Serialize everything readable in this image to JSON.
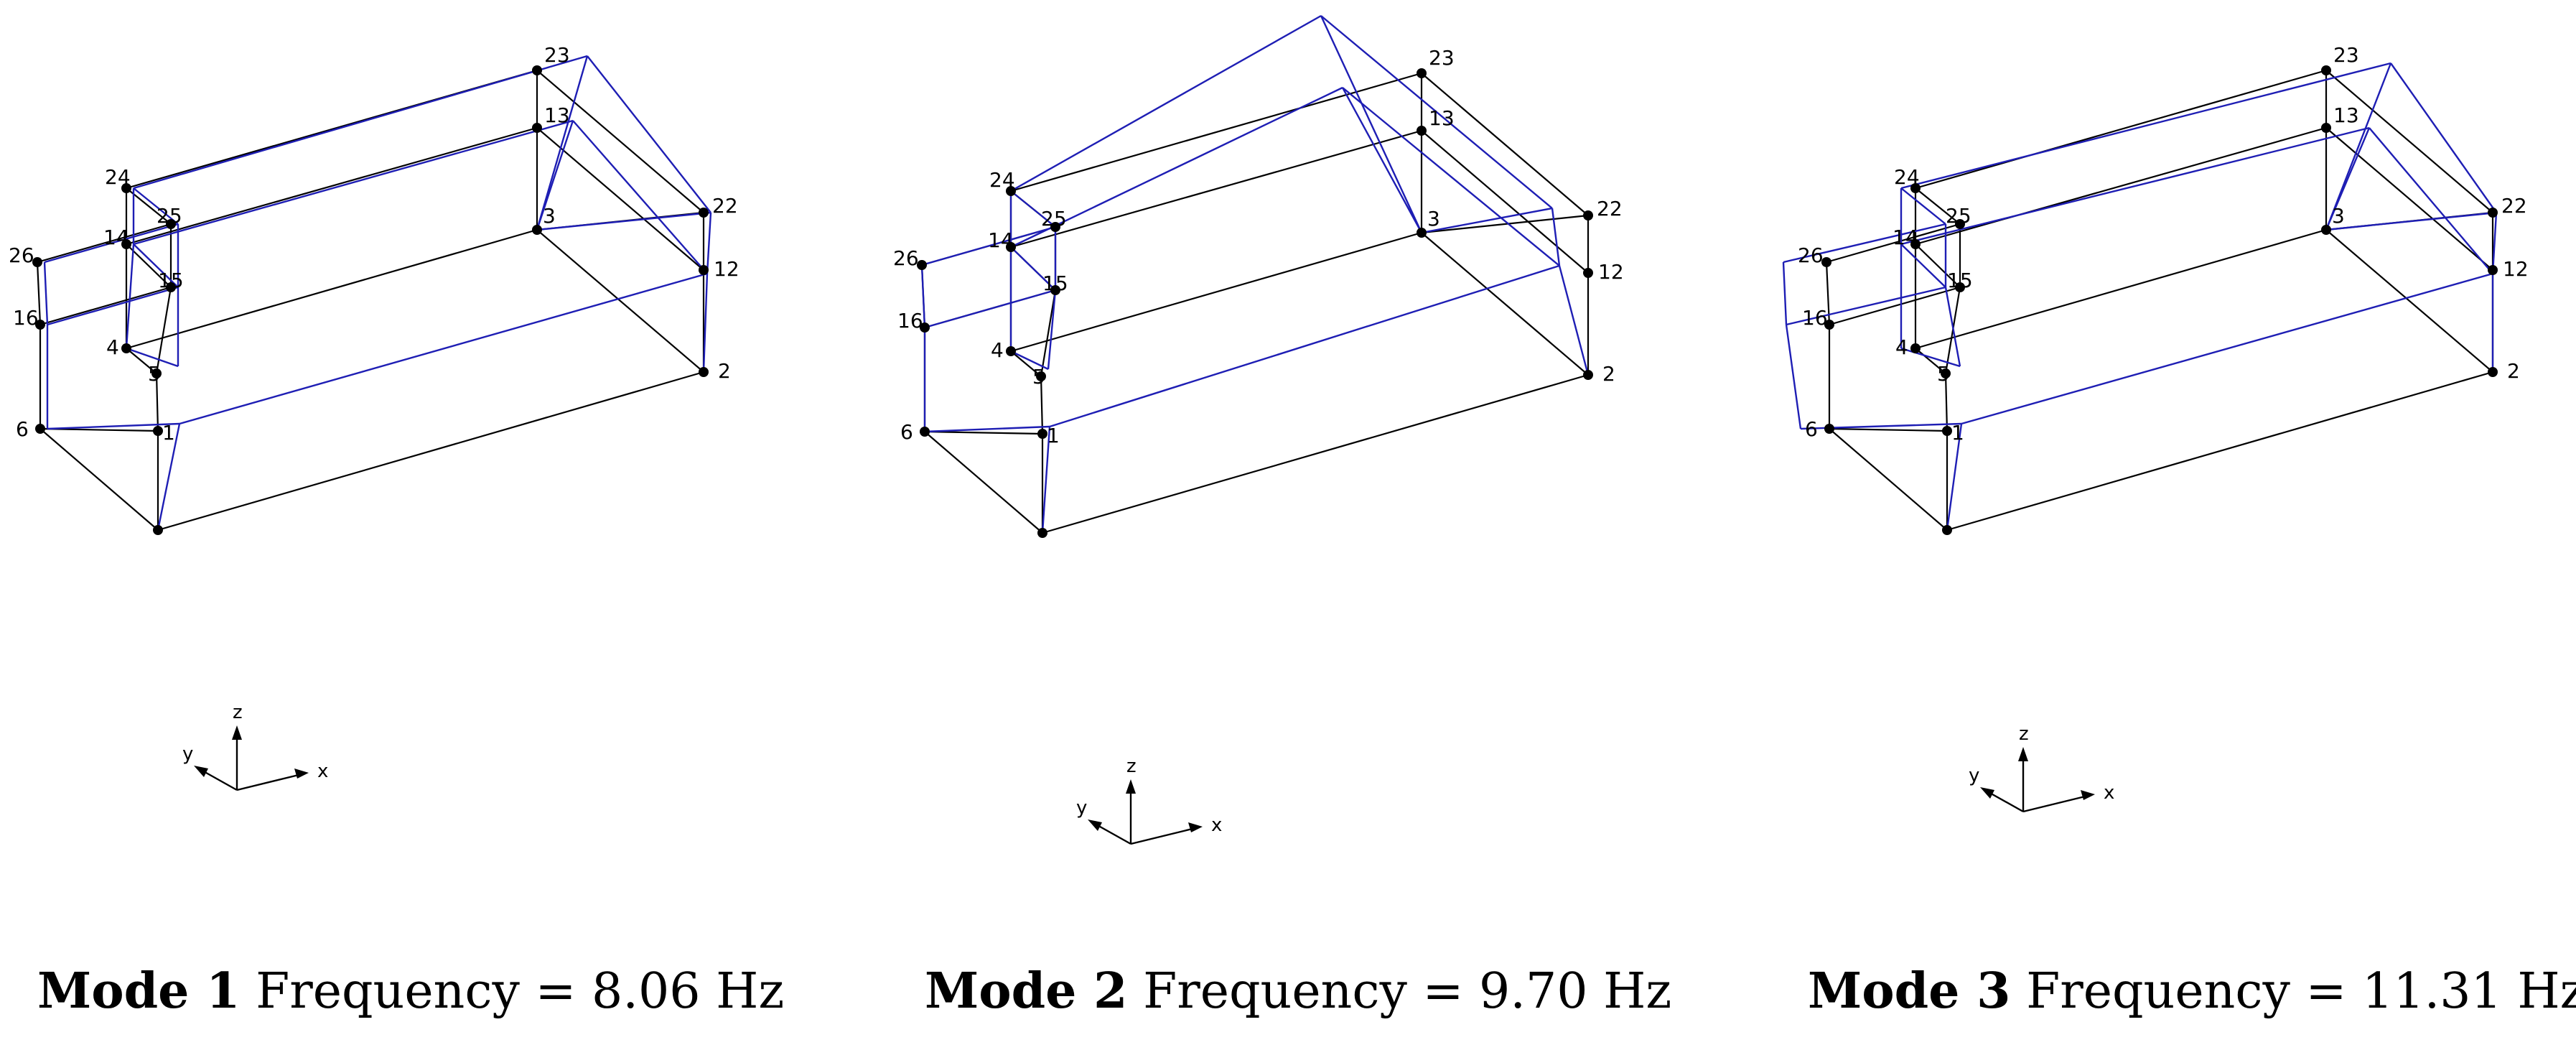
{
  "colors": {
    "undeformed": "#000000",
    "deformed": "#1e1eb4"
  },
  "axes_labels": {
    "x": "x",
    "y": "y",
    "z": "z"
  },
  "panels": [
    {
      "mode_label": "Mode 1",
      "frequency_text": "Frequency = 8.06 Hz",
      "node_labels": [
        "23",
        "13",
        "3",
        "24",
        "14",
        "25",
        "15",
        "26",
        "16",
        "4",
        "5",
        "6",
        "1",
        "22",
        "12",
        "2"
      ]
    },
    {
      "mode_label": "Mode 2",
      "frequency_text": "Frequency = 9.70 Hz",
      "node_labels": [
        "23",
        "13",
        "3",
        "24",
        "14",
        "25",
        "15",
        "26",
        "16",
        "4",
        "5",
        "6",
        "1",
        "22",
        "12",
        "2"
      ]
    },
    {
      "mode_label": "Mode 3",
      "frequency_text": "Frequency = 11.31 Hz",
      "node_labels": [
        "23",
        "13",
        "3",
        "24",
        "14",
        "25",
        "15",
        "26",
        "16",
        "4",
        "5",
        "6",
        "1",
        "22",
        "12",
        "2"
      ]
    }
  ]
}
